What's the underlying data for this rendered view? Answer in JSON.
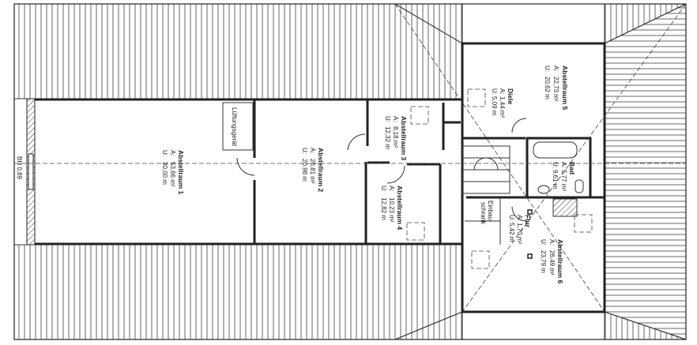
{
  "plan": {
    "rooms": [
      {
        "name": "Abstellraum 1",
        "area_label": "A:",
        "area": "53,66 m²",
        "perimeter_label": "U:",
        "perimeter": "30,00 m"
      },
      {
        "name": "Abstellraum 2",
        "area_label": "A:",
        "area": "26,81 m²",
        "perimeter_label": "U:",
        "perimeter": "20,98 m"
      },
      {
        "name": "Abstellraum 3",
        "area_label": "A:",
        "area": "8,18 m²",
        "perimeter_label": "U:",
        "perimeter": "12,32 m"
      },
      {
        "name": "Abstellraum 4",
        "area_label": "A:",
        "area": "10,23 m²",
        "perimeter_label": "U:",
        "perimeter": "12,82 m"
      },
      {
        "name": "Abstellraum 5",
        "area_label": "A:",
        "area": "22,73 m²",
        "perimeter_label": "U:",
        "perimeter": "20,62 m"
      },
      {
        "name": "Diele",
        "area_label": "A:",
        "area": "1,44 m²",
        "perimeter_label": "U:",
        "perimeter": "5,09 m"
      },
      {
        "name": "Bad",
        "area_label": "A:",
        "area": "5,77 m²",
        "perimeter_label": "U:",
        "perimeter": "9,61 m"
      },
      {
        "name": "Flur",
        "area_label": "A:",
        "area": "1,70 m²",
        "perimeter_label": "U:",
        "perimeter": "5,42 m"
      },
      {
        "name": "Abstellraum 6",
        "area_label": "A:",
        "area": "26,49 m²",
        "perimeter_label": "U:",
        "perimeter": "23,79 m"
      }
    ],
    "labels": {
      "ventilation": "Lüftungsgerät",
      "cabinet_line1": "Einbau-",
      "cabinet_line2": "schrank",
      "sill_height": "BH 0,89"
    }
  }
}
